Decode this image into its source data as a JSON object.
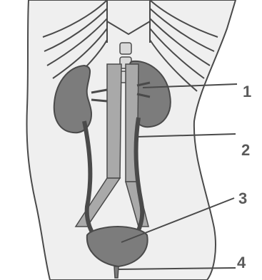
{
  "diagram": {
    "callouts": [
      {
        "label": "1"
      },
      {
        "label": "2"
      },
      {
        "label": "3"
      },
      {
        "label": "4"
      }
    ]
  },
  "colors": {
    "background": "#ffffff",
    "body_fill": "#efefef",
    "organ_fill": "#7c7c7c",
    "outline": "#4a4a4a",
    "vessel_fill": "#a9a9a9"
  }
}
